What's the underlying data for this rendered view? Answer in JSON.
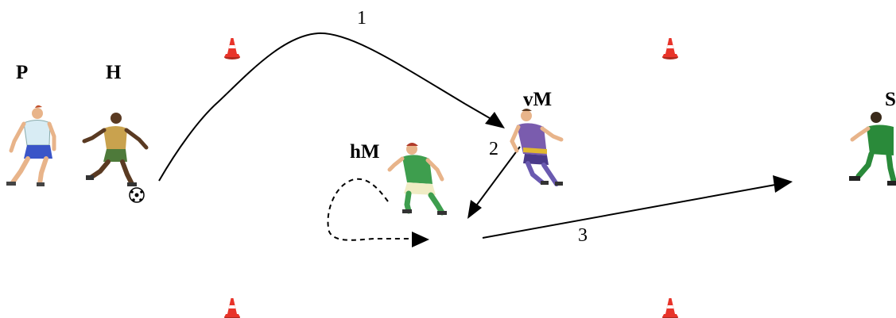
{
  "players": {
    "p": {
      "label": "P",
      "jersey": "#d8ecf4",
      "shorts": "#3a55c8"
    },
    "h": {
      "label": "H",
      "jersey": "#c9a24e",
      "shorts": "#4e7a3a"
    },
    "vm": {
      "label": "vM",
      "jersey": "#7a5cae",
      "shorts": "#4a3a8a"
    },
    "hm": {
      "label": "hM",
      "jersey": "#3e9e4e",
      "shorts": "#f0ecc4"
    },
    "s": {
      "label": "S",
      "jersey": "#2a8a3a",
      "shorts": "#2a8a3a"
    }
  },
  "steps": [
    {
      "label": "1"
    },
    {
      "label": "2"
    },
    {
      "label": "3"
    }
  ],
  "colors": {
    "cone": "#e8342a",
    "cone_stripe": "#ffffff",
    "lines": "#000000",
    "skin": "#e8b48a"
  }
}
